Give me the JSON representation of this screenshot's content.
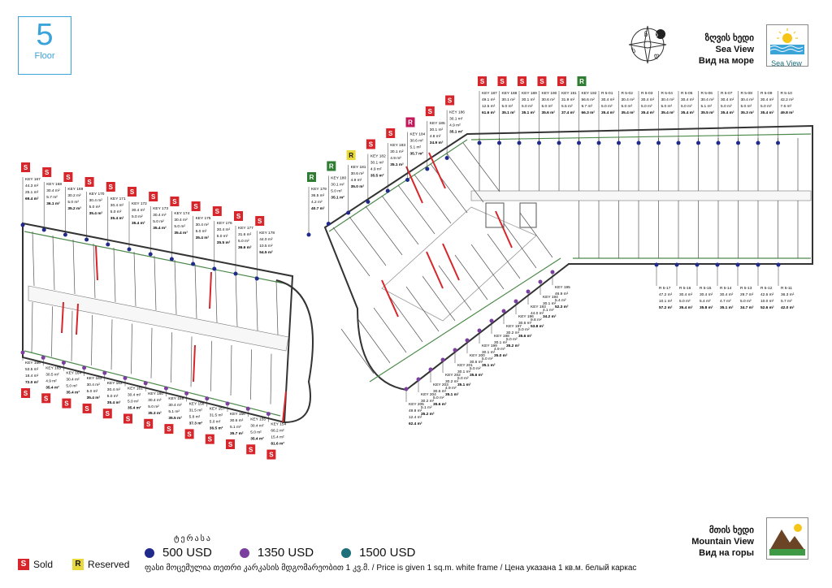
{
  "floor": {
    "number": "5",
    "label": "Floor"
  },
  "sea_view": {
    "ka": "ზღვის ხედი",
    "en": "Sea View",
    "ru": "Вид на море",
    "badge": "Sea View"
  },
  "mountain_view": {
    "ka": "მთის ხედი",
    "en": "Mountain View",
    "ru": "Вид на горы"
  },
  "compass": {
    "letters": [
      "ჩ",
      "ა",
      "ს",
      "დ"
    ]
  },
  "legend": {
    "terrace_label": "ტერასა",
    "prices": [
      {
        "label": "500 USD",
        "color": "#1f2a8a"
      },
      {
        "label": "1350 USD",
        "color": "#7b3fa0"
      },
      {
        "label": "1500 USD",
        "color": "#1d6f7a"
      }
    ],
    "sold": {
      "mark": "S",
      "label": "Sold",
      "color": "#d7262b"
    },
    "reserved": {
      "mark": "R",
      "label": "Reserved",
      "color": "#e8d83a"
    },
    "footnote": "ფასი მოცემულია თეთრი კარკასის მდგომარეობით 1 კვ.მ. / Price is given 1 sq.m. white frame / Цена указана 1 кв.м. белый каркас"
  },
  "colors": {
    "sold": "#d7262b",
    "reserved": "#e8d83a",
    "avail": "#2e7d32",
    "wall": "#333333",
    "terrace": "#4c8a4a"
  },
  "units_left_top": [
    {
      "key": "KEY 167",
      "a": "44.3 m²",
      "b": "25.1 m²",
      "t": "69.4 m²",
      "s": "S"
    },
    {
      "key": "KEY 168",
      "a": "30.4 m²",
      "b": "5.7 m²",
      "t": "36.1 m²",
      "s": "S"
    },
    {
      "key": "KEY 169",
      "a": "30.2 m²",
      "b": "5.0 m²",
      "t": "35.2 m²",
      "s": "S"
    },
    {
      "key": "KEY 170",
      "a": "30.4 m²",
      "b": "5.0 m²",
      "t": "35.4 m²",
      "s": "S"
    },
    {
      "key": "KEY 171",
      "a": "30.4 m²",
      "b": "5.0 m²",
      "t": "35.4 m²",
      "s": "S"
    },
    {
      "key": "KEY 172",
      "a": "30.4 m²",
      "b": "5.0 m²",
      "t": "35.4 m²",
      "s": "S"
    },
    {
      "key": "KEY 173",
      "a": "30.4 m²",
      "b": "5.0 m²",
      "t": "35.4 m²",
      "s": "S"
    },
    {
      "key": "KEY 174",
      "a": "30.4 m²",
      "b": "5.0 m²",
      "t": "35.4 m²",
      "s": "S"
    },
    {
      "key": "KEY 175",
      "a": "30.4 m²",
      "b": "5.0 m²",
      "t": "35.4 m²",
      "s": "S"
    },
    {
      "key": "KEY 176",
      "a": "30.4 m²",
      "b": "5.0 m²",
      "t": "35.5 m²",
      "s": "S"
    },
    {
      "key": "KEY 177",
      "a": "31.6 m²",
      "b": "5.0 m²",
      "t": "36.6 m²",
      "s": "S"
    },
    {
      "key": "KEY 178",
      "a": "44.0 m²",
      "b": "10.5 m²",
      "t": "54.5 m²",
      "s": "S"
    }
  ],
  "units_left_bottom": [
    {
      "key": "KEY 166",
      "a": "53.5 m²",
      "b": "18.4 m²",
      "t": "72.0 m²",
      "s": "S"
    },
    {
      "key": "KEY 165",
      "a": "30.5 m²",
      "b": "4.9 m²",
      "t": "35.4 m²",
      "s": "S"
    },
    {
      "key": "KEY 164",
      "a": "30.4 m²",
      "b": "5.0 m²",
      "t": "35.4 m²",
      "s": "S"
    },
    {
      "key": "KEY 163",
      "a": "30.4 m²",
      "b": "5.0 m²",
      "t": "35.4 m²",
      "s": "S"
    },
    {
      "key": "KEY 162",
      "a": "30.4 m²",
      "b": "5.0 m²",
      "t": "35.4 m²",
      "s": "S"
    },
    {
      "key": "KEY 161",
      "a": "30.4 m²",
      "b": "5.0 m²",
      "t": "35.4 m²",
      "s": "S"
    },
    {
      "key": "KEY 160",
      "a": "30.4 m²",
      "b": "5.0 m²",
      "t": "35.3 m²",
      "s": "S"
    },
    {
      "key": "KEY 159",
      "a": "30.4 m²",
      "b": "5.1 m²",
      "t": "35.5 m²",
      "s": "S"
    },
    {
      "key": "KEY 158",
      "a": "31.5 m²",
      "b": "5.8 m²",
      "t": "37.3 m²",
      "s": "S"
    },
    {
      "key": "KEY 157",
      "a": "31.5 m²",
      "b": "5.0 m²",
      "t": "36.5 m²",
      "s": "S"
    },
    {
      "key": "KEY 156",
      "a": "30.6 m²",
      "b": "5.1 m²",
      "t": "35.7 m²",
      "s": "S"
    },
    {
      "key": "KEY 155",
      "a": "30.4 m²",
      "b": "5.0 m²",
      "t": "35.4 m²",
      "s": "S"
    },
    {
      "key": "KEY 154",
      "a": "66.2 m²",
      "b": "15.4 m²",
      "t": "81.6 m²",
      "s": "S"
    }
  ],
  "units_right_diag": [
    {
      "key": "KEY 179",
      "a": "36.5 m²",
      "b": "4.2 m²",
      "t": "40.7 m²",
      "s": "R"
    },
    {
      "key": "KEY 180",
      "a": "30.1 m²",
      "b": "5.0 m²",
      "t": "35.1 m²",
      "s": "R"
    },
    {
      "key": "KEY 181",
      "a": "30.6 m²",
      "b": "4.9 m²",
      "t": "35.0 m²",
      "s": "RY"
    },
    {
      "key": "KEY 182",
      "a": "30.1 m²",
      "b": "4.9 m²",
      "t": "35.5 m²",
      "s": "S"
    },
    {
      "key": "KEY 183",
      "a": "30.1 m²",
      "b": "4.9 m²",
      "t": "35.1 m²",
      "s": "S"
    },
    {
      "key": "KEY 184",
      "a": "30.6 m²",
      "b": "5.1 m²",
      "t": "35.7 m²",
      "s": "RP"
    },
    {
      "key": "KEY 185",
      "a": "30.1 m²",
      "b": "4.8 m²",
      "t": "34.9 m²",
      "s": "S"
    },
    {
      "key": "KEY 186",
      "a": "30.1 m²",
      "b": "4.9 m²",
      "t": "35.1 m²",
      "s": "S"
    }
  ],
  "units_right_top": [
    {
      "key": "KEY 187",
      "a": "49.1 m²",
      "b": "12.5 m²",
      "t": "61.6 m²",
      "s": "S"
    },
    {
      "key": "KEY 188",
      "a": "30.1 m²",
      "b": "5.0 m²",
      "t": "35.1 m²",
      "s": "S"
    },
    {
      "key": "KEY 189",
      "a": "30.1 m²",
      "b": "5.0 m²",
      "t": "35.1 m²",
      "s": "S"
    },
    {
      "key": "KEY 190",
      "a": "30.6 m²",
      "b": "5.0 m²",
      "t": "35.6 m²",
      "s": "S"
    },
    {
      "key": "KEY 191",
      "a": "31.9 m²",
      "b": "5.5 m²",
      "t": "37.4 m²",
      "s": "S"
    },
    {
      "key": "KEY 192",
      "a": "56.6 m²",
      "b": "9.7 m²",
      "t": "66.3 m²",
      "s": "R"
    },
    {
      "key": "R 5-01",
      "a": "30.4 m²",
      "b": "5.0 m²",
      "t": "35.4 m²",
      "s": ""
    },
    {
      "key": "R 5-02",
      "a": "30.4 m²",
      "b": "5.0 m²",
      "t": "35.4 m²",
      "s": ""
    },
    {
      "key": "R 5-03",
      "a": "30.4 m²",
      "b": "5.0 m²",
      "t": "35.4 m²",
      "s": ""
    },
    {
      "key": "R 5-04",
      "a": "30.4 m²",
      "b": "5.0 m²",
      "t": "35.4 m²",
      "s": ""
    },
    {
      "key": "R 5-05",
      "a": "30.4 m²",
      "b": "5.0 m²",
      "t": "35.4 m²",
      "s": ""
    },
    {
      "key": "R 5-06",
      "a": "30.4 m²",
      "b": "5.1 m²",
      "t": "35.5 m²",
      "s": ""
    },
    {
      "key": "R 5-07",
      "a": "30.4 m²",
      "b": "5.0 m²",
      "t": "35.4 m²",
      "s": ""
    },
    {
      "key": "R 5-08",
      "a": "30.4 m²",
      "b": "5.0 m²",
      "t": "35.3 m²",
      "s": ""
    },
    {
      "key": "R 5-09",
      "a": "30.4 m²",
      "b": "5.0 m²",
      "t": "35.4 m²",
      "s": ""
    },
    {
      "key": "R 5-10",
      "a": "42.2 m²",
      "b": "7.6 m²",
      "t": "49.8 m²",
      "s": ""
    }
  ],
  "units_right_bottom": [
    {
      "key": "KEY 195",
      "a": "46.9 m²",
      "b": "5.4 m²",
      "t": "52.3 m²"
    },
    {
      "key": "KEY 194",
      "a": "30.1 m²",
      "b": "4.1 m²",
      "t": "34.2 m²"
    },
    {
      "key": "KEY 193",
      "a": "44.0 m²",
      "b": "9.8 m²",
      "t": "53.8 m²"
    },
    {
      "key": "KEY 196",
      "a": "30.6 m²",
      "b": "5.0 m²",
      "t": "35.6 m²"
    },
    {
      "key": "KEY 197",
      "a": "30.2 m²",
      "b": "5.0 m²",
      "t": "35.2 m²"
    },
    {
      "key": "KEY 198",
      "a": "30.1 m²",
      "b": "4.9 m²",
      "t": "35.0 m²"
    },
    {
      "key": "KEY 199",
      "a": "30.1 m²",
      "b": "5.0 m²",
      "t": "35.1 m²"
    },
    {
      "key": "KEY 200",
      "a": "30.6 m²",
      "b": "5.0 m²",
      "t": "35.6 m²"
    },
    {
      "key": "KEY 201",
      "a": "30.1 m²",
      "b": "5.0 m²",
      "t": "35.1 m²"
    },
    {
      "key": "KEY 202",
      "a": "30.2 m²",
      "b": "4.9 m²",
      "t": "35.1 m²"
    },
    {
      "key": "KEY 203",
      "a": "30.6 m²",
      "b": "5.0 m²",
      "t": "35.6 m²"
    },
    {
      "key": "KEY 204",
      "a": "30.2 m²",
      "b": "5.1 m²",
      "t": "35.2 m²"
    },
    {
      "key": "KEY 205",
      "a": "49.9 m²",
      "b": "12.4 m²",
      "t": "62.4 m²"
    }
  ],
  "units_r_bottom": [
    {
      "key": "R 5-17",
      "a": "47.2 m²",
      "b": "10.1 m²",
      "t": "57.2 m²"
    },
    {
      "key": "R 5-16",
      "a": "30.4 m²",
      "b": "5.0 m²",
      "t": "35.4 m²"
    },
    {
      "key": "R 5-15",
      "a": "30.4 m²",
      "b": "5.4 m²",
      "t": "35.8 m²"
    },
    {
      "key": "R 5-14",
      "a": "30.4 m²",
      "b": "4.7 m²",
      "t": "35.1 m²"
    },
    {
      "key": "R 5-13",
      "a": "29.7 m²",
      "b": "5.0 m²",
      "t": "34.7 m²"
    },
    {
      "key": "R 5-12",
      "a": "42.6 m²",
      "b": "10.0 m²",
      "t": "52.6 m²"
    },
    {
      "key": "R 5-11",
      "a": "36.3 m²",
      "b": "5.7 m²",
      "t": "42.0 m²"
    }
  ]
}
